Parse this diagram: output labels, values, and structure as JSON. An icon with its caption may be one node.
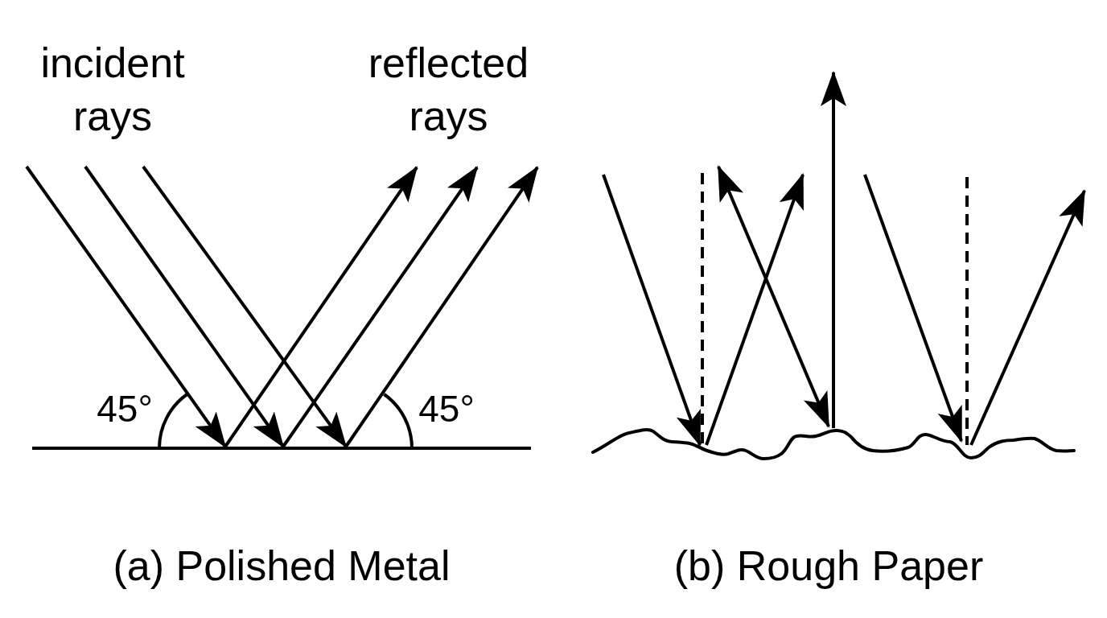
{
  "diagram": {
    "labels": [
      "incident rays",
      "reflected rays",
      "45°",
      "45°",
      "(a) Polished Metal",
      "(b) Rough Paper"
    ]
  }
}
